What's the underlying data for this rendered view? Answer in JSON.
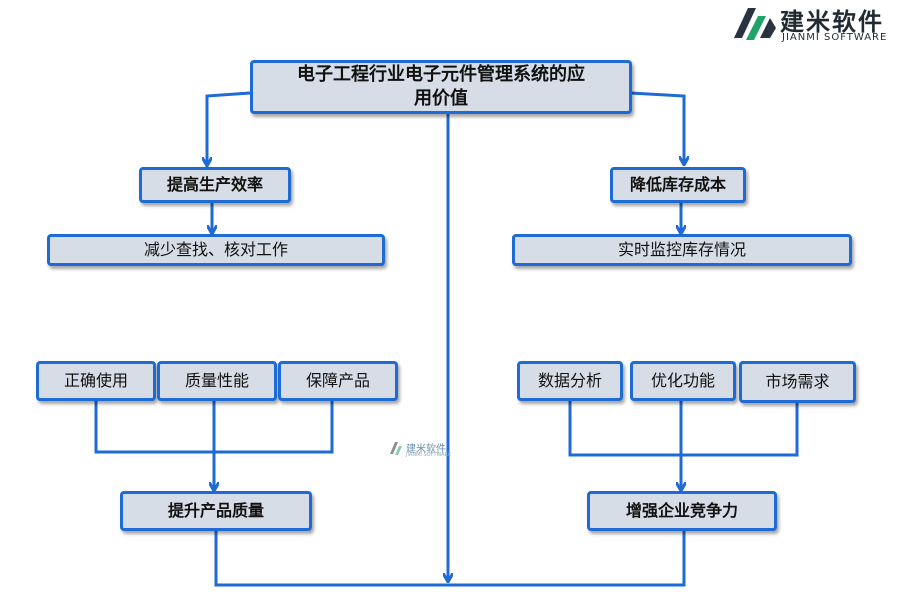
{
  "logo": {
    "name": "建米软件",
    "sub": "JIANMI SOFTWARE"
  },
  "watermark": {
    "name": "建米软件",
    "sub": "JIANMI SOFTWARE"
  },
  "title": "电子工程行业电子元件管理系统的应用价值",
  "left": {
    "node": "提高生产效率",
    "detail": "减少查找、核对工作",
    "items": [
      "正确使用",
      "质量性能",
      "保障产品"
    ],
    "result": "提升产品质量"
  },
  "right": {
    "node": "降低库存成本",
    "detail": "实时监控库存情况",
    "items": [
      "数据分析",
      "优化功能",
      "市场需求"
    ],
    "result": "增强企业竞争力"
  },
  "colors": {
    "line": "#1e6bd6",
    "box_fill": "#d6dde6",
    "box_border": "#1e6bd6"
  }
}
